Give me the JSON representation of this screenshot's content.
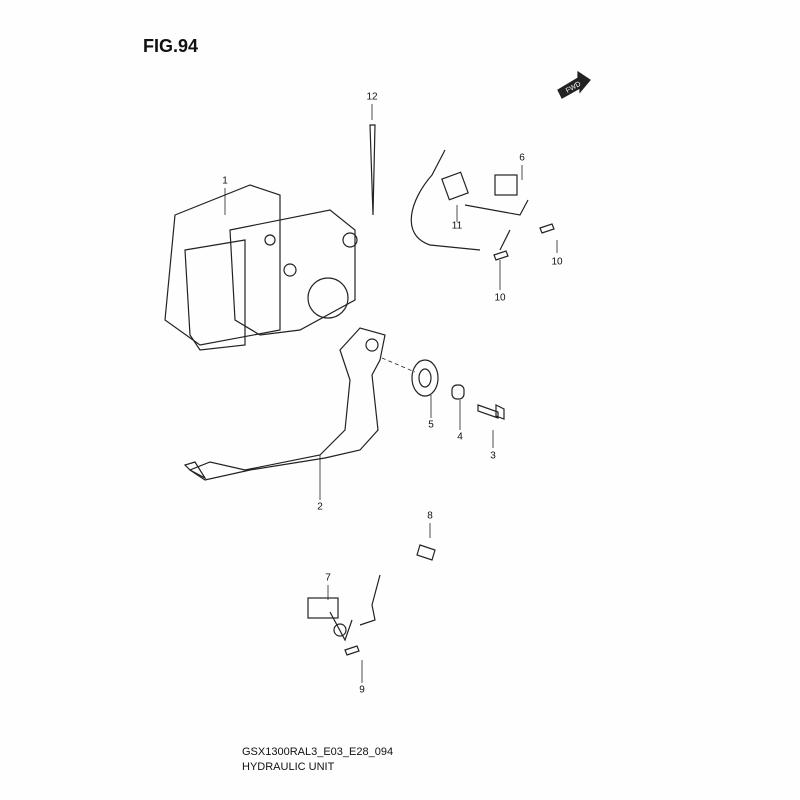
{
  "figure": {
    "title": "FIG.94",
    "code": "GSX1300RAL3_E03_E28_094",
    "name": "HYDRAULIC UNIT"
  },
  "fwd_badge": "FWD",
  "callouts": [
    "1",
    "2",
    "3",
    "4",
    "5",
    "6",
    "7",
    "8",
    "9",
    "10",
    "10",
    "11",
    "12"
  ]
}
